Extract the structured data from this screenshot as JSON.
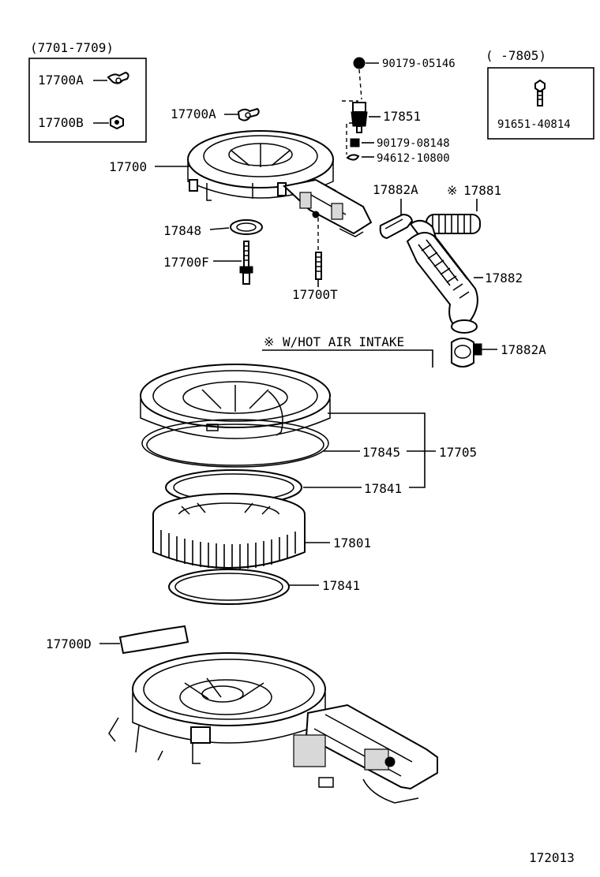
{
  "diagram": {
    "inset_left_title": "(7701-7709)",
    "inset_left_items": [
      "17700A",
      "17700B"
    ],
    "inset_right_title": "(      -7805)",
    "inset_right_part": "91651-40814",
    "labels": {
      "p90179_05146": "90179-05146",
      "p17851": "17851",
      "p90179_08148": "90179-08148",
      "p94612_10800": "94612-10800",
      "p17700A_top": "17700A",
      "p17700": "17700",
      "p17882A_top": "17882A",
      "p17881": "17881",
      "p17848": "17848",
      "p17700F": "17700F",
      "p17700T": "17700T",
      "p17882": "17882",
      "p17882A_bottom": "17882A",
      "p17845": "17845",
      "p17705": "17705",
      "p17841_upper": "17841",
      "p17801": "17801",
      "p17841_lower": "17841",
      "p17700D": "17700D"
    },
    "asterisk_mark": "※",
    "hot_air_note": "W/HOT AIR INTAKE",
    "figure_number": "172013"
  }
}
